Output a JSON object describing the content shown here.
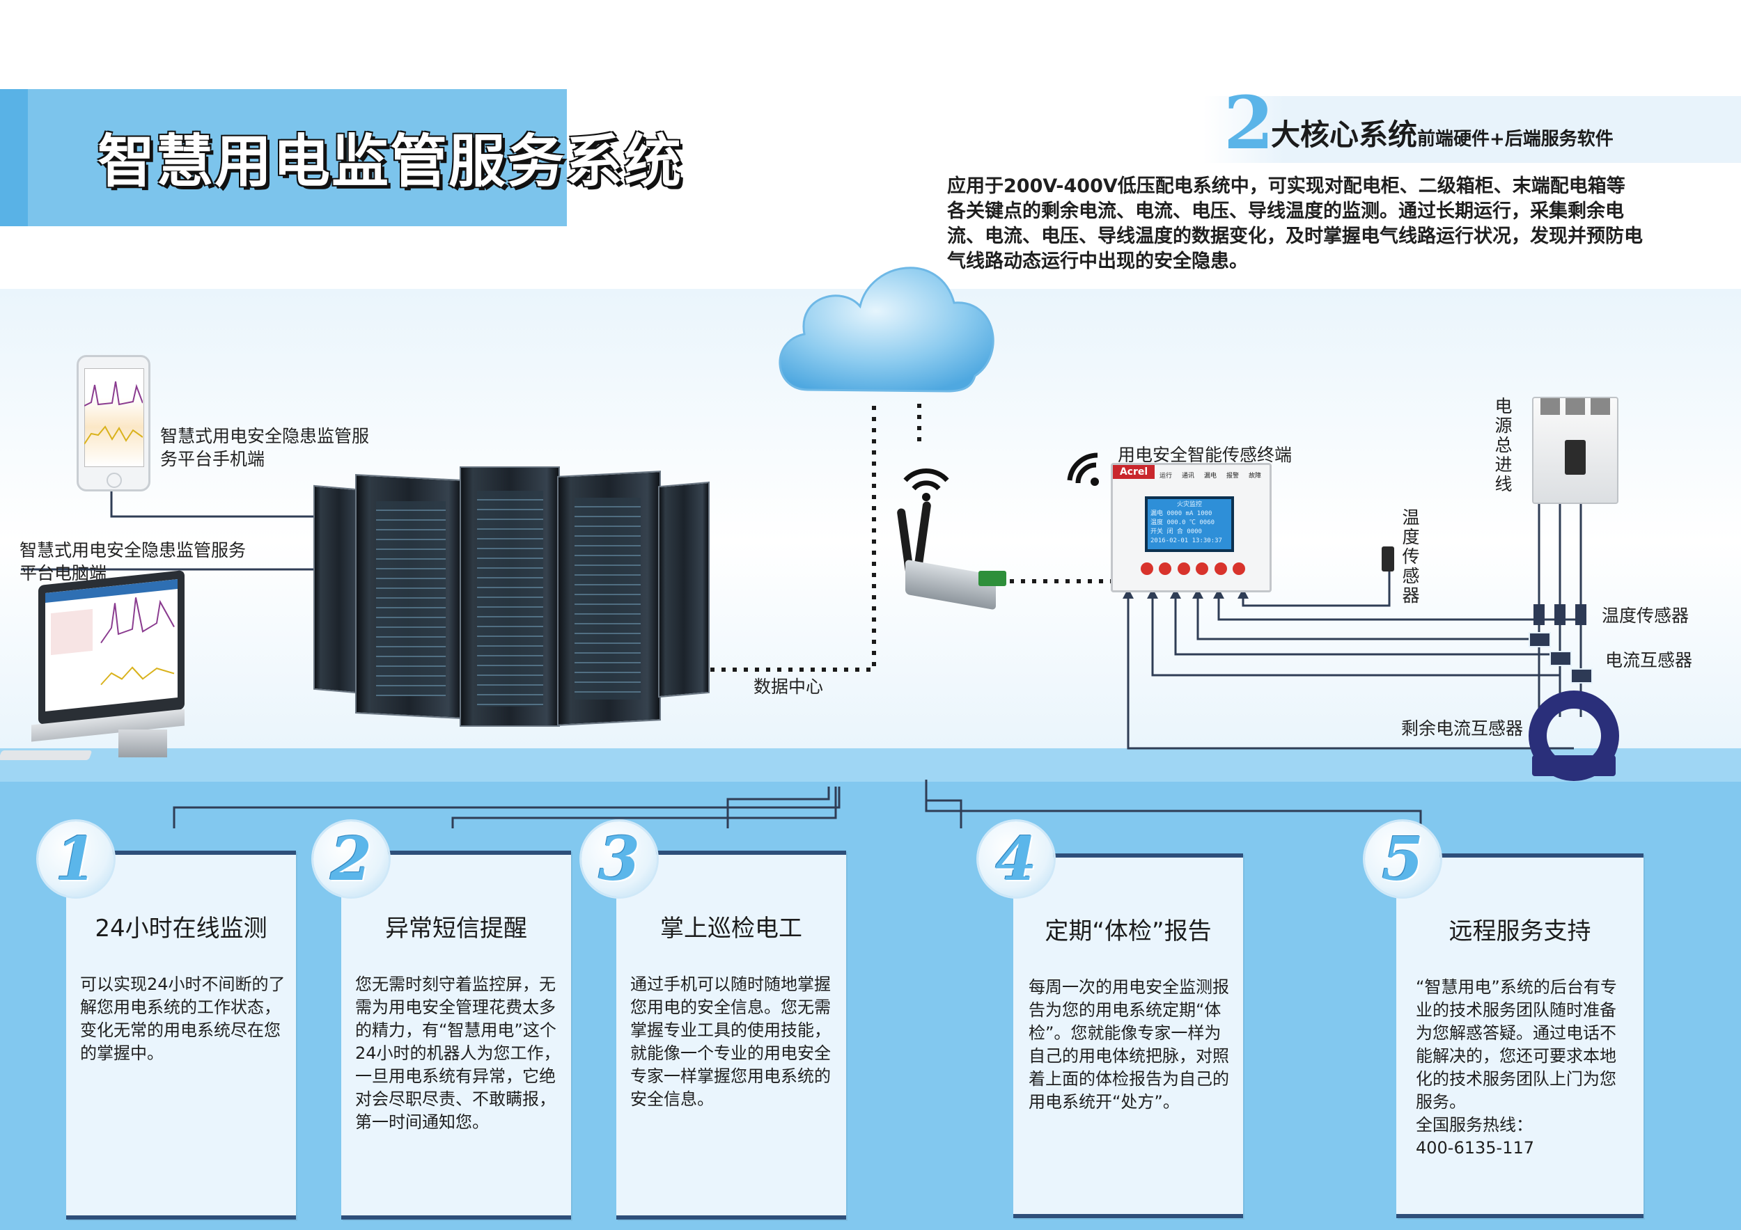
{
  "header": {
    "title": "智慧用电监管服务系统",
    "core_number": "2",
    "core_title": "大核心系统",
    "core_subtitle": "前端硬件+后端服务软件"
  },
  "intro": "应用于200V-400V低压配电系统中，可实现对配电柜、二级箱柜、末端配电箱等各关键点的剩余电流、电流、电压、导线温度的监测。通过长期运行，采集剩余电流、电流、电压、导线温度的数据变化，及时掌握电气线路运行状况，发现并预防电气线路动态运行中出现的安全隐患。",
  "diagram": {
    "mobile_label": "智慧式用电安全隐患监管服务平台手机端",
    "pc_label": "智慧式用电安全隐患监管服务平台电脑端",
    "datacenter_label": "数据中心",
    "terminal_label": "用电安全智能传感终端",
    "temp_sensor_vertical": "温度传感器",
    "power_inlet": "电源总进线",
    "temp_sensor_label": "温度传感器",
    "ct_label": "电流互感器",
    "rcd_label": "剩余电流互感器",
    "device_brand": "Acrel",
    "device_screen": {
      "title": "火灾监控",
      "line1_label": "漏电",
      "line1_value": "0000 mA",
      "line1_num": "1000",
      "line2_label": "温度",
      "line2_value": "000.0 ℃",
      "line2_num": "0060",
      "line3_label": "开关",
      "line3_value": "闭 合",
      "line3_num": "0000",
      "datetime": "2016-02-01  13:30:37"
    },
    "device_leds": [
      "运行",
      "通讯",
      "漏电",
      "报警",
      "故障"
    ]
  },
  "features": [
    {
      "number": "1",
      "title": "24小时在线监测",
      "text": "可以实现24小时不间断的了解您用电系统的工作状态，变化无常的用电系统尽在您的掌握中。"
    },
    {
      "number": "2",
      "title": "异常短信提醒",
      "text": "您无需时刻守着监控屏，无需为用电安全管理花费太多的精力，有“智慧用电”这个24小时的机器人为您工作，一旦用电系统有异常，它绝对会尽职尽责、不敢瞒报，第一时间通知您。"
    },
    {
      "number": "3",
      "title": "掌上巡检电工",
      "text": "通过手机可以随时随地掌握您用电的安全信息。您无需掌握专业工具的使用技能，就能像一个专业的用电安全专家一样掌握您用电系统的安全信息。"
    },
    {
      "number": "4",
      "title": "定期“体检”报告",
      "text": "每周一次的用电安全监测报告为您的用电系统定期“体检”。您就能像专家一样为自己的用电体统把脉，对照着上面的体检报告为自己的用电系统开“处方”。"
    },
    {
      "number": "5",
      "title": "远程服务支持",
      "text": "“智慧用电”系统的后台有专业的技术服务团队随时准备为您解惑答疑。通过电话不能解决的，您还可要求本地化的技术服务团队上门为您服务。",
      "hotline_label": "全国服务热线：",
      "hotline": "400-6135-117"
    }
  ]
}
